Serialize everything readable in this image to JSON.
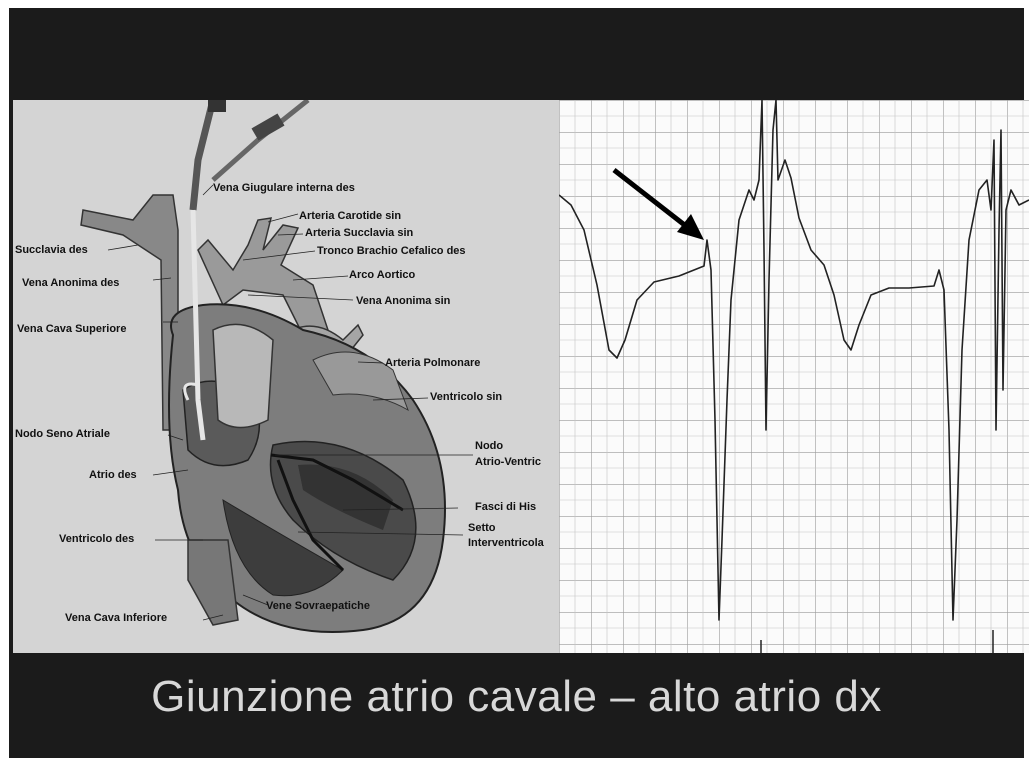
{
  "slide_title": "Giunzione atrio cavale – alto atrio dx",
  "diagram_labels": [
    "Vena Giugulare interna des",
    "Arteria Carotide sin",
    "Arteria Succlavia sin",
    "Succlavia des",
    "Tronco Brachio Cefalico des",
    "Arco Aortico",
    "Vena Anonima des",
    "Vena Anonima sin",
    "Vena Cava Superiore",
    "Arteria Polmonare",
    "Ventricolo sin",
    "Nodo Seno Atriale",
    "Nodo",
    "Atrio-Ventric",
    "Atrio des",
    "Fasci di His",
    "Setto",
    "Interventricola",
    "Ventricolo des",
    "Vene Sovraepatiche",
    "Vena Cava Inferiore"
  ],
  "colors": {
    "slide_background": "#1b1b1b",
    "title_text": "#d8d8d8",
    "diagram_background": "#d4d4d4",
    "ecg_paper": "#fbfbfb",
    "ecg_grid": "#9a9a9a",
    "ecg_trace": "#222222"
  },
  "icons": [
    "arrow-icon"
  ]
}
